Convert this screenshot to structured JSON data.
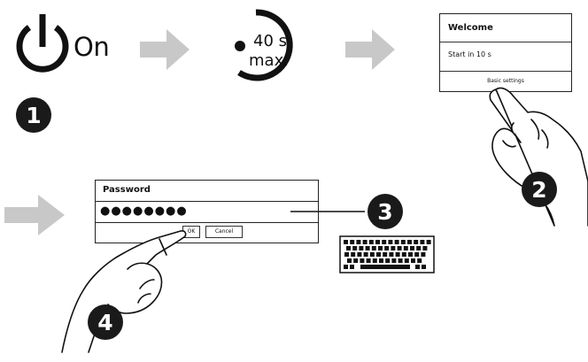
{
  "step1": {
    "power_label": "On",
    "step_number": "1"
  },
  "timer": {
    "line1": "40 s",
    "line2": "max."
  },
  "welcome_screen": {
    "title": "Welcome",
    "start_text": "Start in 10 s",
    "settings_link": "Basic settings"
  },
  "step2": {
    "step_number": "2"
  },
  "password_dialog": {
    "title": "Password",
    "masked_value": "●●●●●●●●",
    "ok_label": "OK",
    "cancel_label": "Cancel"
  },
  "step3": {
    "step_number": "3"
  },
  "step4": {
    "step_number": "4"
  },
  "colors": {
    "arrow": "#c8c8c8",
    "ink": "#111111",
    "badge": "#1a1a1a"
  },
  "icons": [
    "power-icon",
    "timer-icon",
    "tap-hand-icon",
    "keyboard-icon",
    "arrow-right-icon"
  ]
}
